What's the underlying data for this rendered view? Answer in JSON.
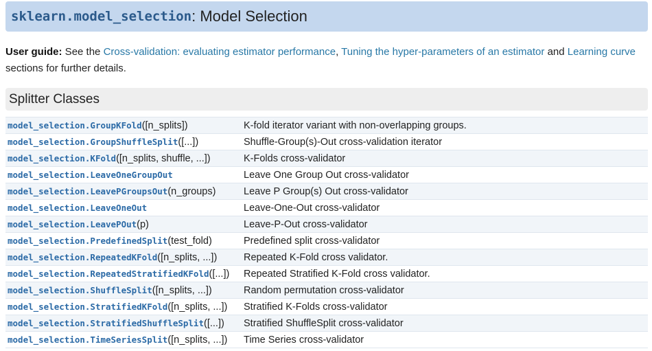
{
  "header": {
    "module_code": "sklearn.model_selection",
    "title_rest": ": Model Selection"
  },
  "user_guide": {
    "label": "User guide:",
    "text_before": " See the ",
    "link1": "Cross-validation: evaluating estimator performance",
    "sep1": ", ",
    "link2": "Tuning the hyper-parameters of an estimator",
    "sep2": " and ",
    "link3": "Learning curve",
    "text_after": " sections for further details."
  },
  "section": {
    "title": "Splitter Classes"
  },
  "rows": [
    {
      "prefix": "model_selection.",
      "name": "GroupKFold",
      "sig": "([n_splits])",
      "desc": "K-fold iterator variant with non-overlapping groups."
    },
    {
      "prefix": "model_selection.",
      "name": "GroupShuffleSplit",
      "sig": "([...])",
      "desc": "Shuffle-Group(s)-Out cross-validation iterator"
    },
    {
      "prefix": "model_selection.",
      "name": "KFold",
      "sig": "([n_splits, shuffle, ...])",
      "desc": "K-Folds cross-validator"
    },
    {
      "prefix": "model_selection.",
      "name": "LeaveOneGroupOut",
      "sig": "",
      "desc": "Leave One Group Out cross-validator"
    },
    {
      "prefix": "model_selection.",
      "name": "LeavePGroupsOut",
      "sig": "(n_groups)",
      "desc": "Leave P Group(s) Out cross-validator"
    },
    {
      "prefix": "model_selection.",
      "name": "LeaveOneOut",
      "sig": "",
      "desc": "Leave-One-Out cross-validator"
    },
    {
      "prefix": "model_selection.",
      "name": "LeavePOut",
      "sig": "(p)",
      "desc": "Leave-P-Out cross-validator"
    },
    {
      "prefix": "model_selection.",
      "name": "PredefinedSplit",
      "sig": "(test_fold)",
      "desc": "Predefined split cross-validator"
    },
    {
      "prefix": "model_selection.",
      "name": "RepeatedKFold",
      "sig": "([n_splits, ...])",
      "desc": "Repeated K-Fold cross validator."
    },
    {
      "prefix": "model_selection.",
      "name": "RepeatedStratifiedKFold",
      "sig": "([...])",
      "desc": "Repeated Stratified K-Fold cross validator."
    },
    {
      "prefix": "model_selection.",
      "name": "ShuffleSplit",
      "sig": "([n_splits, ...])",
      "desc": "Random permutation cross-validator"
    },
    {
      "prefix": "model_selection.",
      "name": "StratifiedKFold",
      "sig": "([n_splits, ...])",
      "desc": "Stratified K-Folds cross-validator"
    },
    {
      "prefix": "model_selection.",
      "name": "StratifiedShuffleSplit",
      "sig": "([...])",
      "desc": "Stratified ShuffleSplit cross-validator"
    },
    {
      "prefix": "model_selection.",
      "name": "TimeSeriesSplit",
      "sig": "([n_splits, ...])",
      "desc": "Time Series cross-validator"
    }
  ],
  "colors": {
    "title_bar_bg": "#c4d7ee",
    "section_bg": "#eeeeee",
    "link": "#2878a6",
    "code": "#2b6aa6",
    "row_alt": "#f1f5f9"
  }
}
